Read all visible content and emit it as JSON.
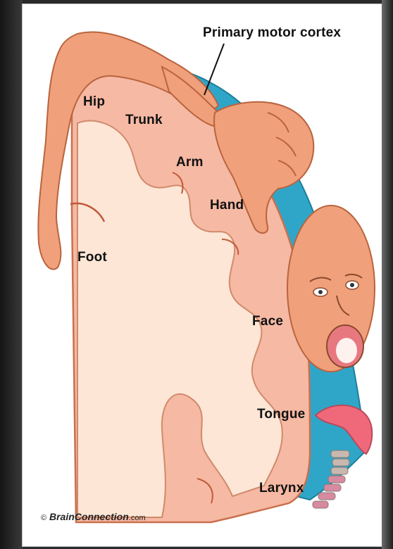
{
  "title": "Primary motor cortex",
  "labels": {
    "hip": "Hip",
    "trunk": "Trunk",
    "arm": "Arm",
    "hand": "Hand",
    "foot": "Foot",
    "face": "Face",
    "tongue": "Tongue",
    "larynx": "Larynx"
  },
  "credit": {
    "symbol": "©",
    "brand": "BrainConnection",
    "domain": ".com"
  },
  "colors": {
    "cortex_fill": "#f6b9a3",
    "cortex_inner": "#fde6d6",
    "cortex_outline": "#c9704f",
    "blue_layer": "#2fa6c8",
    "skin": "#f0a07a",
    "tongue": "#f0697a"
  }
}
